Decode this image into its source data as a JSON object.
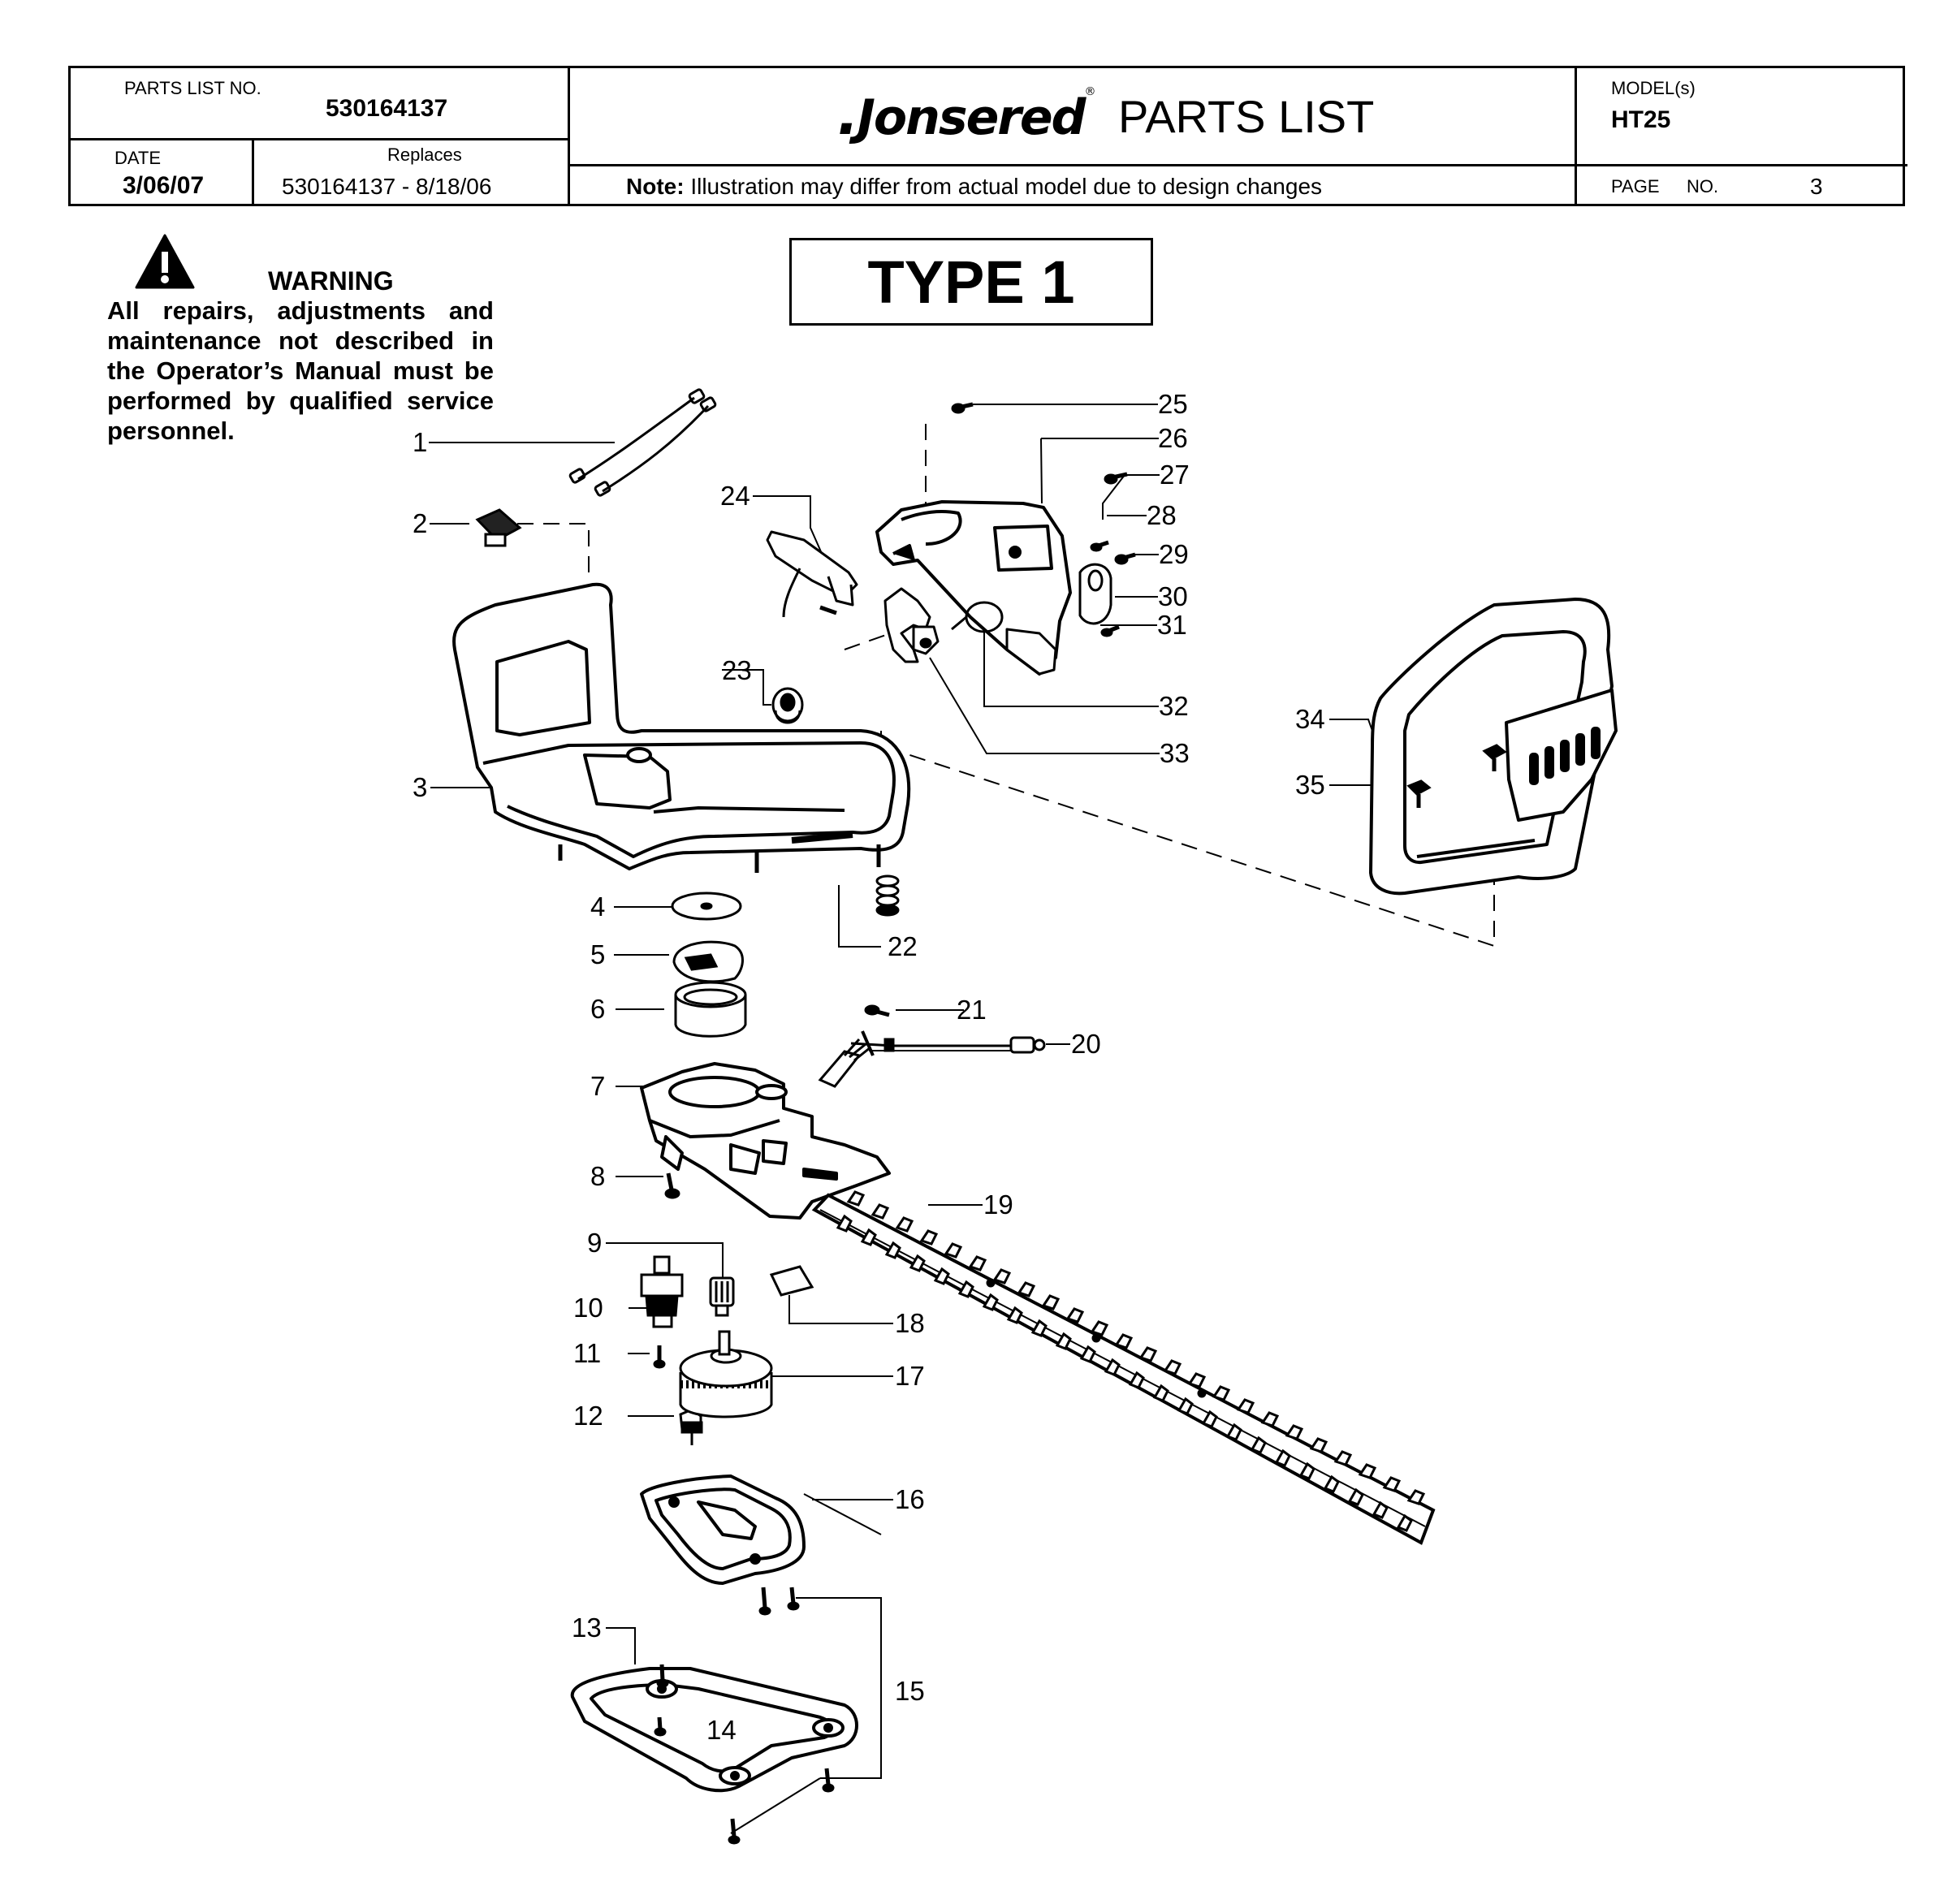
{
  "header": {
    "parts_list_label": "PARTS LIST NO.",
    "parts_list_number": "530164137",
    "date_label": "DATE",
    "date_value": "3/06/07",
    "replaces_label": "Replaces",
    "replaces_value": "530164137 - 8/18/06",
    "brand": "Jonsered",
    "title": "PARTS LIST",
    "note_label": "Note:",
    "note_text": "Illustration may differ from actual model due to design changes",
    "models_label": "MODEL(s)",
    "models_value": "HT25",
    "page_label": "PAGE",
    "page_no_label": "NO.",
    "page_value": "3"
  },
  "warning": {
    "title": "WARNING",
    "text": "All repairs, adjustments and maintenance not described in the Operator’s Manual must be performed by qualified service personnel."
  },
  "type_label": "TYPE 1",
  "callouts": [
    "1",
    "2",
    "3",
    "4",
    "5",
    "6",
    "7",
    "8",
    "9",
    "10",
    "11",
    "12",
    "13",
    "14",
    "15",
    "16",
    "17",
    "18",
    "19",
    "20",
    "21",
    "22",
    "23",
    "24",
    "25",
    "26",
    "27",
    "28",
    "29",
    "30",
    "31",
    "32",
    "33",
    "34",
    "35"
  ],
  "icons": {
    "warning": "warning-triangle-icon"
  }
}
